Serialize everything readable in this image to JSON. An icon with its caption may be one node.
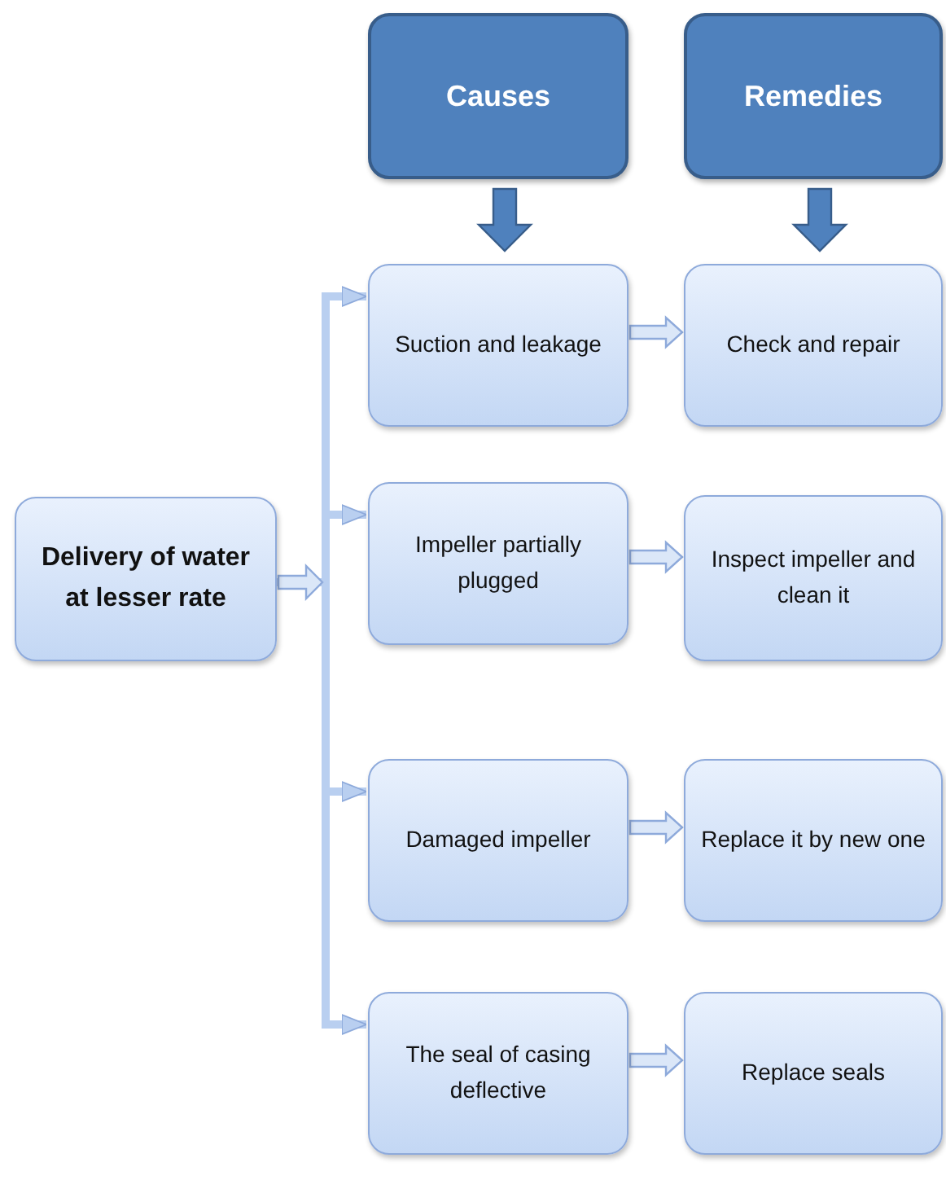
{
  "diagram": {
    "nodes": [
      {
        "text": [
          "Causes"
        ]
      },
      {
        "text": [
          "Remedies"
        ]
      },
      {
        "text": [
          "Delivery of water at lesser rate"
        ]
      },
      {
        "text": [
          "Suction and leakage"
        ]
      },
      {
        "text": [
          "Check and repair"
        ]
      },
      {
        "text": [
          "Impeller partially plugged"
        ]
      },
      {
        "text": [
          "Inspect impeller and clean it"
        ]
      },
      {
        "text": [
          "Damaged impeller"
        ]
      },
      {
        "text": [
          "Replace it by new one"
        ]
      },
      {
        "text": [
          "The seal of casing deflective"
        ]
      },
      {
        "text": [
          "Replace seals"
        ]
      }
    ],
    "edges": [
      {
        "from": 0,
        "to": 3,
        "arrow": "to"
      },
      {
        "from": 1,
        "to": 4,
        "arrow": "to"
      },
      {
        "from": 2,
        "to": 3,
        "arrow": "to"
      },
      {
        "from": 2,
        "to": 5,
        "arrow": "to"
      },
      {
        "from": 2,
        "to": 7,
        "arrow": "to"
      },
      {
        "from": 2,
        "to": 9,
        "arrow": "to"
      },
      {
        "from": 3,
        "to": 4,
        "arrow": "to"
      },
      {
        "from": 5,
        "to": 6,
        "arrow": "to"
      },
      {
        "from": 7,
        "to": 8,
        "arrow": "to"
      },
      {
        "from": 9,
        "to": 10,
        "arrow": "to"
      }
    ]
  }
}
